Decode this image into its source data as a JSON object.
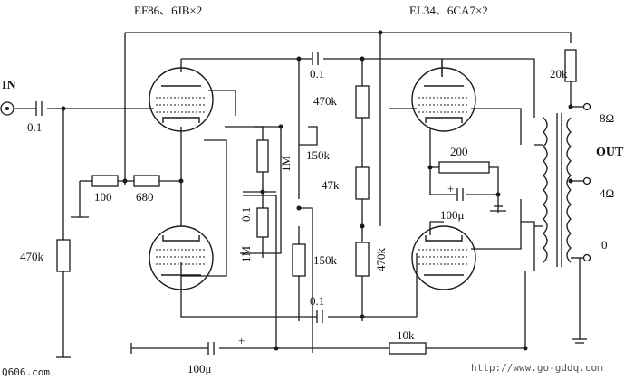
{
  "diagram": {
    "tube_labels": {
      "driver": "EF86、6JB×2",
      "output": "EL34、6CA7×2"
    },
    "io_labels": {
      "input": "IN",
      "output": "OUT",
      "tap_8": "8Ω",
      "tap_4": "4Ω",
      "tap_0": "0"
    },
    "components": {
      "c_in": "0.1",
      "r_in_shunt": "470k",
      "r_100": "100",
      "r_680": "680",
      "c_top": "0.1",
      "r_470k_top": "470k",
      "r_1m_a": "1M",
      "r_1m_b": "1M",
      "c_01_mid": "0.1",
      "r_150k_a": "150k",
      "r_47k": "47k",
      "r_150k_b": "150k",
      "r_470k_bot": "470k",
      "c_bot": "0.1",
      "r_200": "200",
      "c_100u_out": "100μ",
      "r_20k": "20k",
      "r_10k": "10k",
      "c_100u_bot": "100μ",
      "plus_a": "+",
      "plus_b": "+"
    },
    "watermarks": {
      "left": "Q606.com",
      "right": "http://www.go-gddq.com"
    }
  }
}
